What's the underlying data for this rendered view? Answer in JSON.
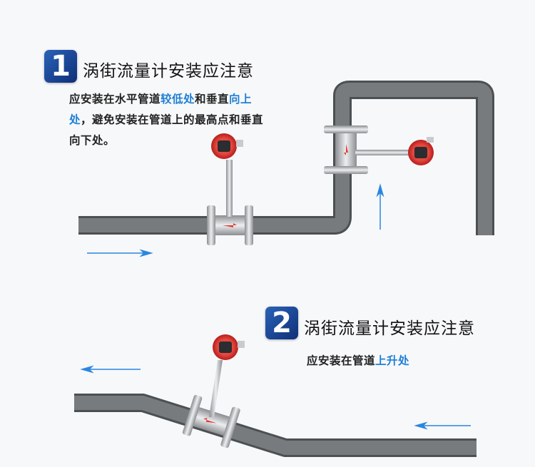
{
  "section1": {
    "number": "1",
    "title": "涡街流量计安装应注意",
    "text": {
      "part1": "应安装在水平管道",
      "highlight1": "较低处",
      "part2": "和垂直",
      "highlight2": "向上处",
      "part3": "，避免安装在管道上的最高点和垂直向下处。"
    }
  },
  "section2": {
    "number": "2",
    "title": "涡街流量计安装应注意",
    "text": {
      "part1": "应安装在管道",
      "highlight1": "上升处"
    }
  },
  "colors": {
    "accent": "#1f7fd6",
    "pipe": "#6f7376",
    "meter_head": "#e23a35",
    "arrow": "#2b86e0"
  }
}
